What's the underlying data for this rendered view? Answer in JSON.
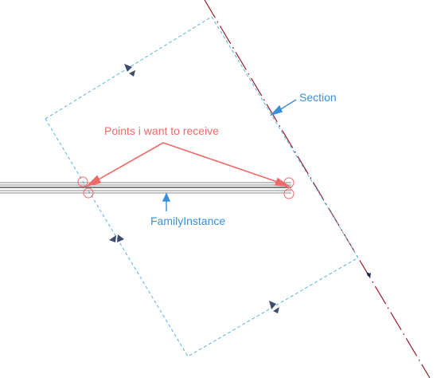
{
  "colors": {
    "crop_region": "#5ab4e0",
    "section_line": "#9b1c2c",
    "red_annotation": "#f06a6a",
    "blue_annotation": "#3a8fd9",
    "wall": "#6a6a6a",
    "grip": "#3d4b6e"
  },
  "annotations": {
    "points_label": "Points i want to receive",
    "section_label": "Section",
    "family_instance_label": "FamilyInstance"
  },
  "icons": {
    "grip": "triangle-arrow-icon",
    "endpoint": "circle-marker-icon",
    "section_end": "section-tail-icon"
  }
}
